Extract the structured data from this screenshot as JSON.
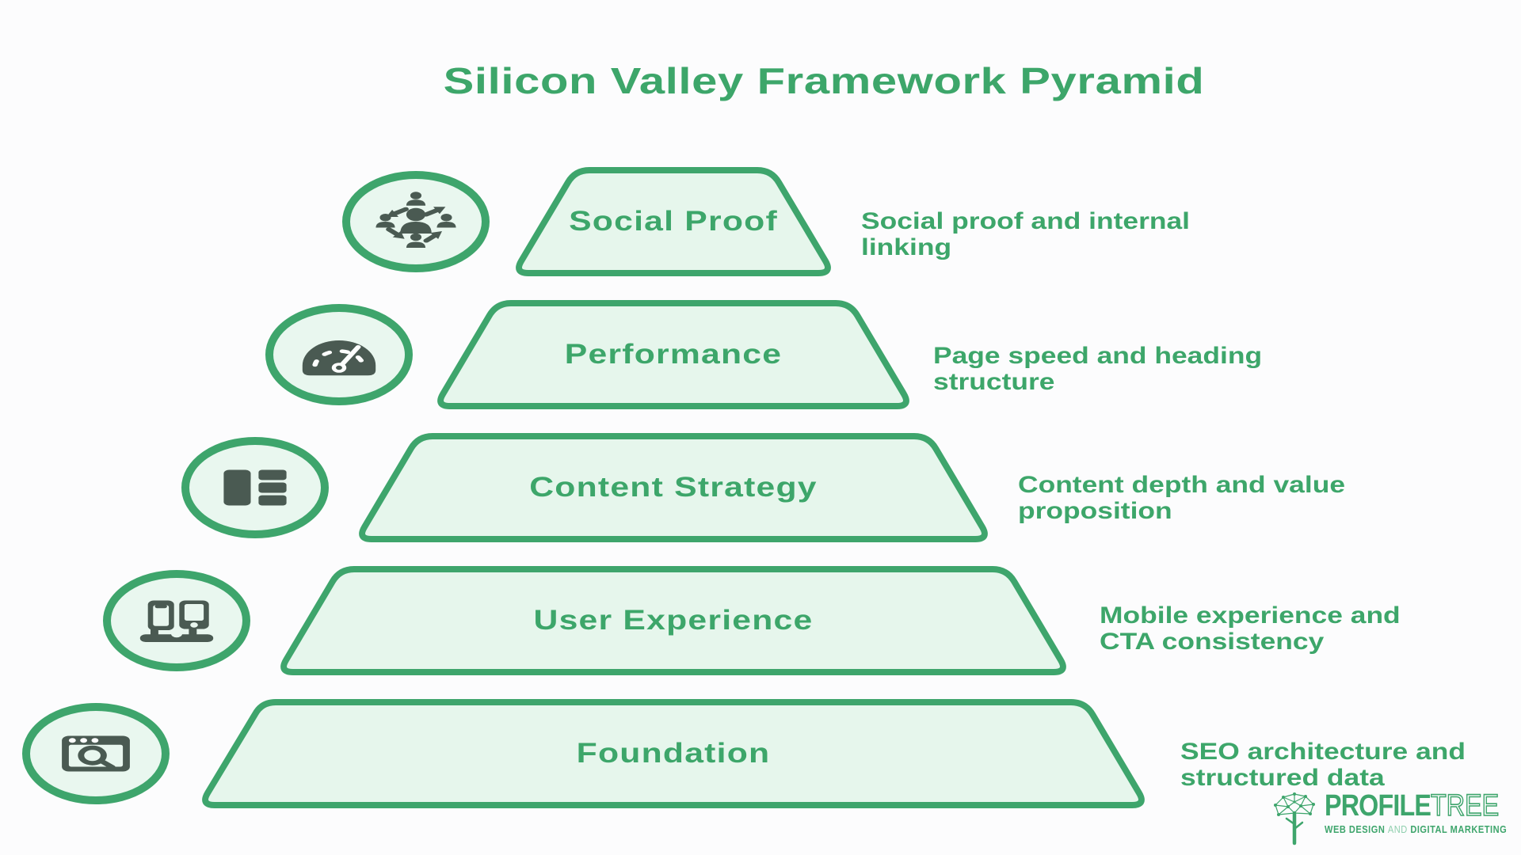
{
  "title": "Silicon Valley Framework Pyramid",
  "colors": {
    "accent": "#3EA56C",
    "text_green": "#3DA66A",
    "shape_fill": "#E6F6EC",
    "icon_dark": "#4A5A52",
    "background": "#FCFCFD"
  },
  "pyramid": {
    "levels": [
      {
        "label": "Social Proof",
        "description": "Social proof and internal\nlinking",
        "icon": "community-icon"
      },
      {
        "label": "Performance",
        "description": "Page speed and heading\nstructure",
        "icon": "speedometer-icon"
      },
      {
        "label": "Content Strategy",
        "description": "Content depth and value\nproposition",
        "icon": "layout-icon"
      },
      {
        "label": "User Experience",
        "description": "Mobile experience and\nCTA consistency",
        "icon": "devices-icon"
      },
      {
        "label": "Foundation",
        "description": "SEO architecture and\nstructured data",
        "icon": "browser-search-icon"
      }
    ]
  },
  "brand": {
    "name_bold": "PROFILE",
    "name_light": "TREE",
    "tagline_1": "WEB DESIGN",
    "tagline_and": "AND",
    "tagline_2": "DIGITAL MARKETING"
  }
}
